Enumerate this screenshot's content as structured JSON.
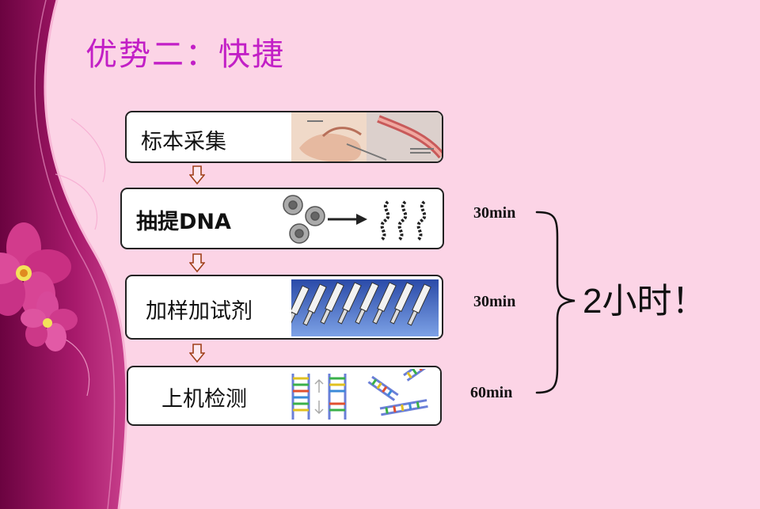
{
  "slide": {
    "title": "优势二：快捷",
    "steps": [
      {
        "label": "标本采集",
        "image_icon": "specimen-collection-illustration"
      },
      {
        "label": "抽提DNA",
        "image_icon": "dna-extraction-illustration"
      },
      {
        "label": "加样加试剂",
        "image_icon": "pipettes-illustration"
      },
      {
        "label": "上机检测",
        "image_icon": "dna-detection-illustration"
      }
    ],
    "times": [
      "30min",
      "30min",
      "60min"
    ],
    "total": "2小时！",
    "colors": {
      "title": "#c21fc6",
      "background": "#fcd4e6",
      "accent_dark": "#8a0a52",
      "arrow": "#a0401a"
    }
  }
}
